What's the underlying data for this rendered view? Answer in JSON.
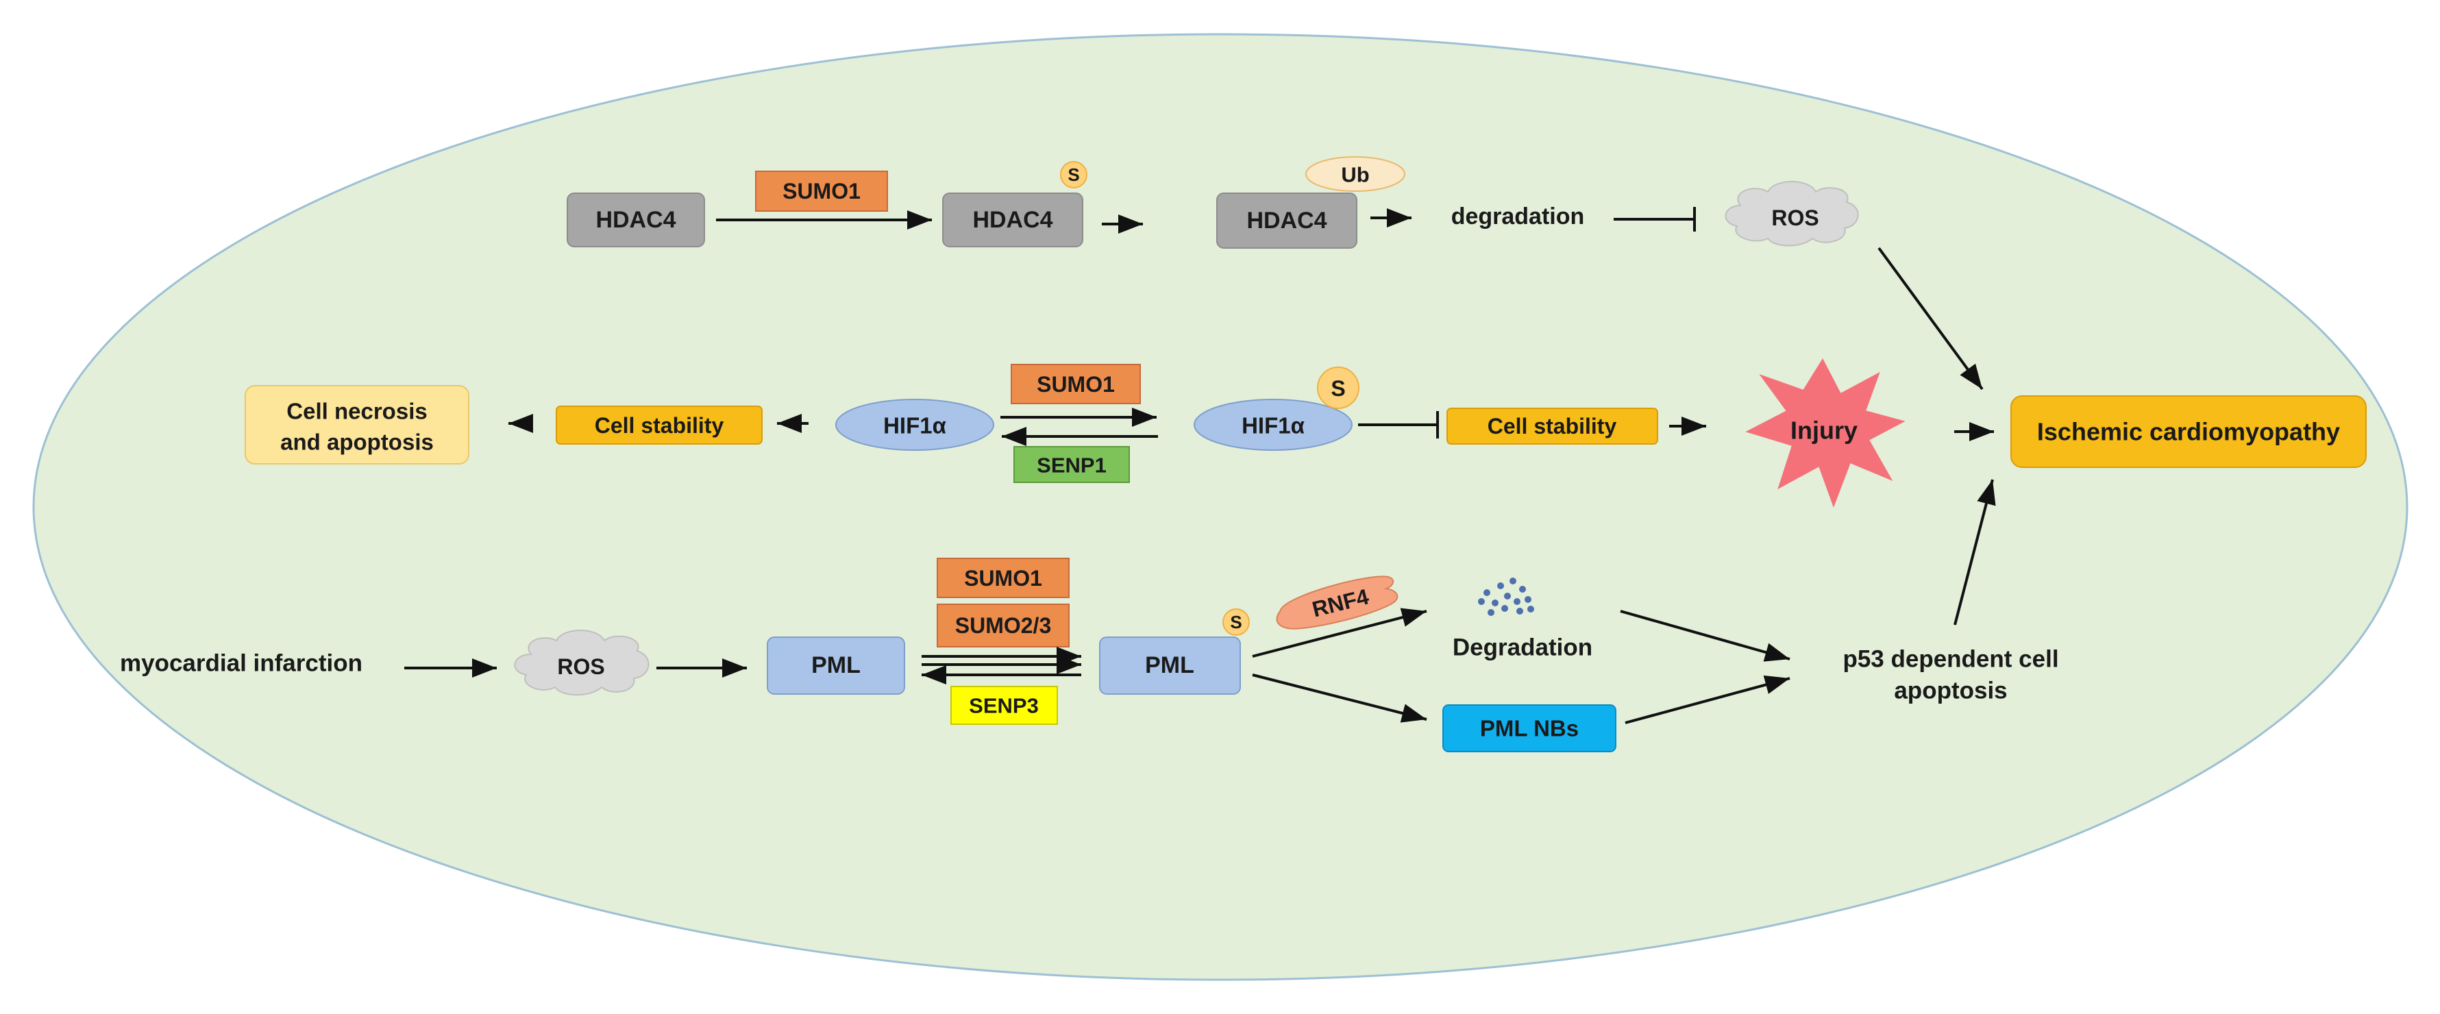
{
  "palette": {
    "background": "#e3efd9",
    "grey": "#a6a6a6",
    "orange": "#ed8d4c",
    "gold": "#f7bc18",
    "lightyellow": "#fde59a",
    "blue": "#a9c4e8",
    "cyan": "#0fb0ee",
    "green": "#7ec25a",
    "yellow": "#ffff00",
    "salmon": "#f6a27e",
    "red": "#f4717a"
  },
  "nodes": {
    "hdac4_1": "HDAC4",
    "sumo1_top": "SUMO1",
    "hdac4_2": "HDAC4",
    "s_top": "S",
    "hdac4_3": "HDAC4",
    "ub": "Ub",
    "degradation_top": "degradation",
    "ros_top": "ROS",
    "cell_necrosis": [
      "Cell necrosis",
      "and apoptosis"
    ],
    "cell_stability_left": "Cell stability",
    "hif1a_left": "HIF1α",
    "sumo1_mid": "SUMO1",
    "senp1": "SENP1",
    "hif1a_right": "HIF1α",
    "s_mid": "S",
    "cell_stability_right": "Cell stability",
    "injury": "Injury",
    "ischemic": "Ischemic cardiomyopathy",
    "myocardial": "myocardial infarction",
    "ros_bottom": "ROS",
    "pml_left": "PML",
    "sumo1_bottom": "SUMO1",
    "sumo23": "SUMO2/3",
    "senp3": "SENP3",
    "pml_right": "PML",
    "s_bottom": "S",
    "rnf4": "RNF4",
    "degradation_bottom": "Degradation",
    "pml_nbs": "PML NBs",
    "p53": [
      "p53 dependent cell",
      "apoptosis"
    ]
  }
}
